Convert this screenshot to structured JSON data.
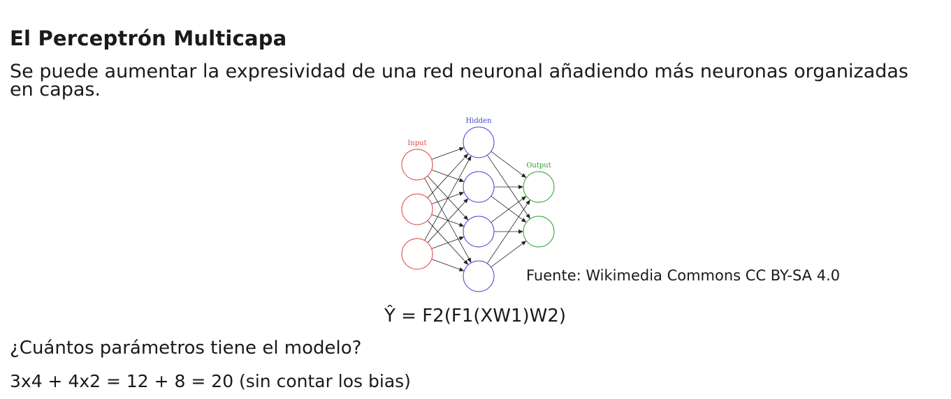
{
  "slide": {
    "title": "El Perceptrón Multicapa",
    "intro": "Se puede aumentar la expresividad de una red neuronal añadiendo más neuronas organizadas en capas.",
    "source": "Fuente: Wikimedia Commons CC BY-SA 4.0",
    "formula": "Ŷ = F2(F1(XW1)W2)",
    "question": "¿Cuántos parámetros tiene el modelo?",
    "answer": "3x4 + 4x2 = 12 + 8 = 20 (sin contar los bias)"
  },
  "diagram": {
    "labels": {
      "input": "Input",
      "hidden": "Hidden",
      "output": "Output"
    },
    "layers": [
      {
        "name": "input",
        "neurons": 3,
        "color": "#e04444"
      },
      {
        "name": "hidden",
        "neurons": 4,
        "color": "#4444d8"
      },
      {
        "name": "output",
        "neurons": 2,
        "color": "#2e9e2e"
      }
    ],
    "edge_color": "#222222"
  }
}
